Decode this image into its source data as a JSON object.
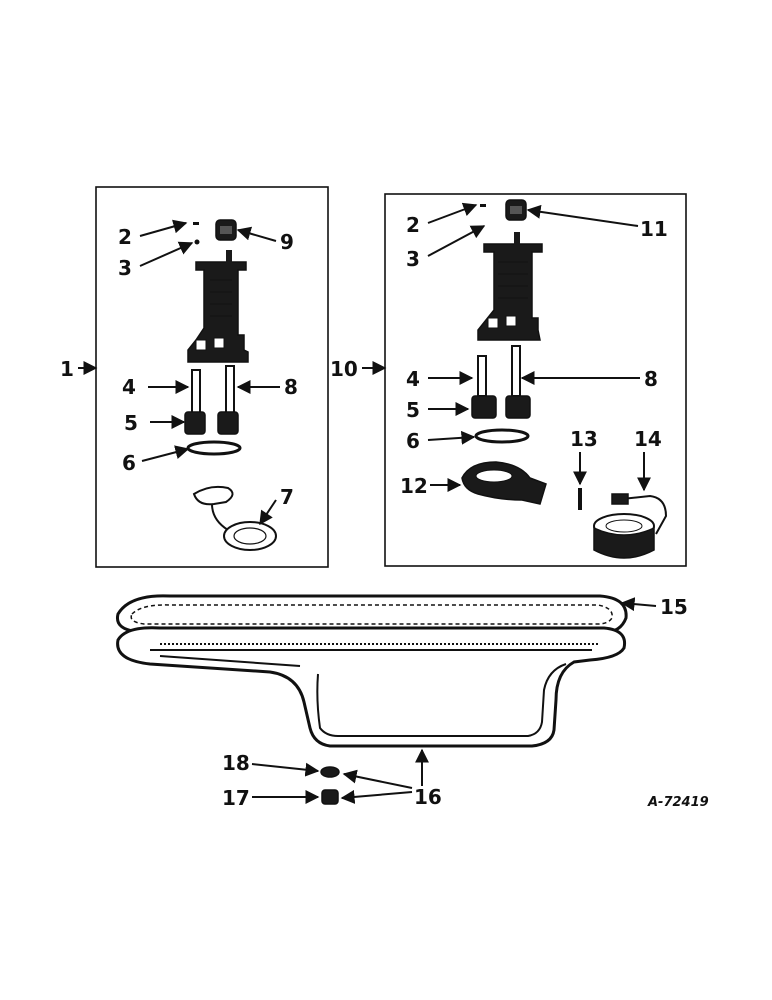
{
  "diagram": {
    "labels": {
      "l1": "1",
      "l2a": "2",
      "l3a": "3",
      "l4a": "4",
      "l5a": "5",
      "l6a": "6",
      "l7": "7",
      "l8a": "8",
      "l9": "9",
      "l10": "10",
      "l2b": "2",
      "l3b": "3",
      "l4b": "4",
      "l5b": "5",
      "l6b": "6",
      "l8b": "8",
      "l11": "11",
      "l12": "12",
      "l13": "13",
      "l14": "14",
      "l15": "15",
      "l16": "16",
      "l17": "17",
      "l18": "18"
    },
    "reference_code": "A-72419"
  },
  "colors": {
    "ink": "#111111",
    "paper": "#ffffff"
  },
  "arrow_marker": "arrowhead"
}
